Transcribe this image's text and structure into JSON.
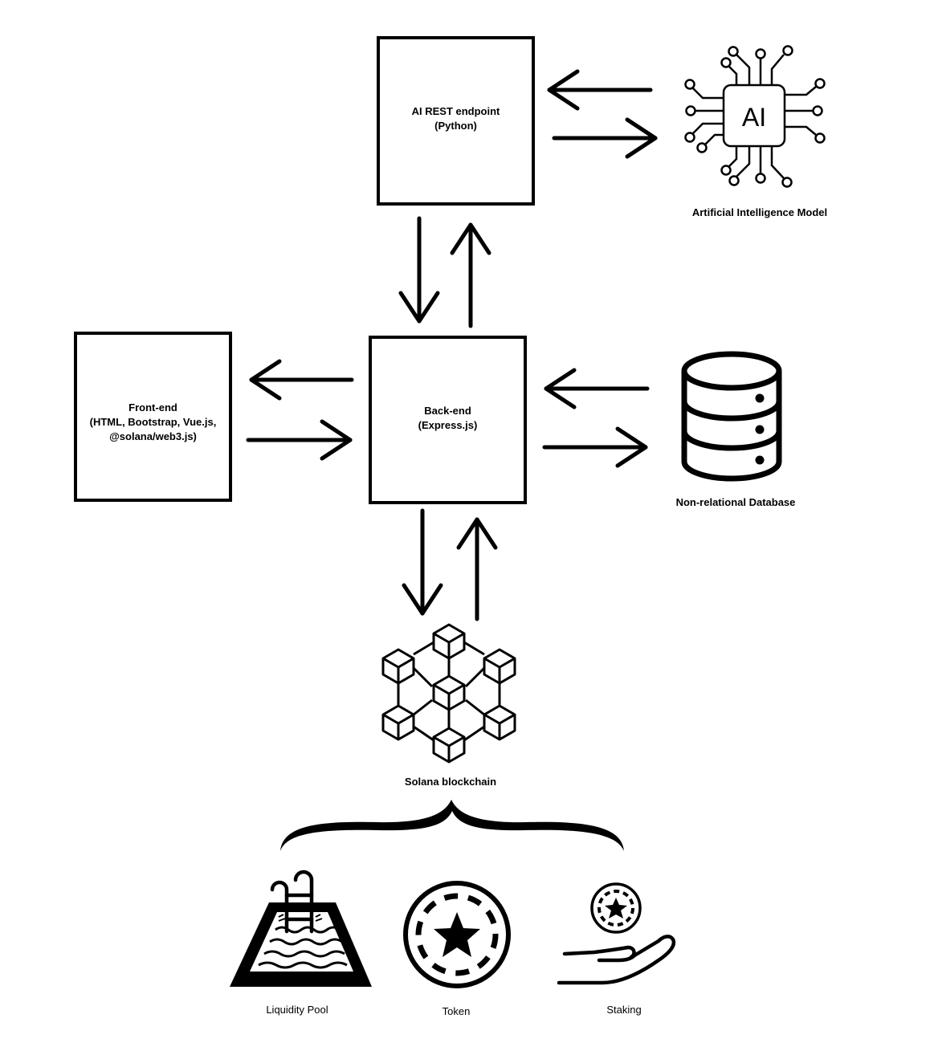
{
  "nodes": {
    "ai_endpoint": {
      "label": "AI REST endpoint\n(Python)"
    },
    "frontend": {
      "label": "Front-end\n(HTML, Bootstrap, Vue.js,\n@solana/web3.js)"
    },
    "backend": {
      "label": "Back-end\n(Express.js)"
    }
  },
  "icons": {
    "ai_model": {
      "caption": "Artificial Intelligence Model",
      "chip_text": "AI"
    },
    "database": {
      "caption": "Non-relational Database"
    },
    "blockchain": {
      "caption": "Solana blockchain"
    },
    "liquidity_pool": {
      "caption": "Liquidity Pool"
    },
    "token": {
      "caption": "Token"
    },
    "staking": {
      "caption": "Staking"
    }
  }
}
